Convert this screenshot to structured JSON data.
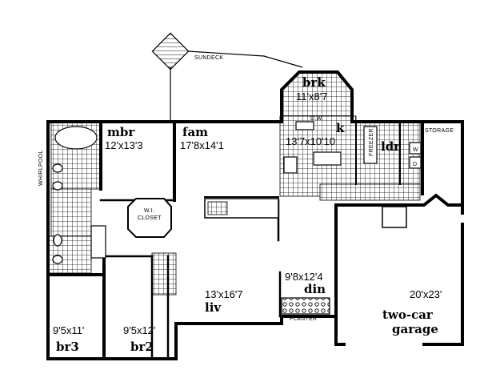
{
  "labels": {
    "sundeck": "SUNDECK",
    "whirlpool": "WHIRLPOOL",
    "storage": "STORAGE",
    "planter": "PLANTER",
    "wi_closet_1": "W.I.",
    "wi_closet_2": "CLOSET",
    "freezer": "FREEZER",
    "dw": "D.W.",
    "w": "W",
    "d": "D"
  },
  "rooms": {
    "mbr": {
      "name": "mbr",
      "dims": "12'x13'3"
    },
    "fam": {
      "name": "fam",
      "dims": "17'8x14'1"
    },
    "brk": {
      "name": "brk",
      "dims": "11'x8'7"
    },
    "k": {
      "name": "k",
      "dims": "13'7x10'10"
    },
    "ldr": {
      "name": "ldr"
    },
    "liv": {
      "name": "liv",
      "dims": "13'x16'7"
    },
    "din": {
      "name": "din",
      "dims": "9'8x12'4"
    },
    "br3": {
      "name": "br3",
      "dims": "9'5x11'"
    },
    "br2": {
      "name": "br2",
      "dims": "9'5x12'"
    },
    "garage": {
      "name_line1": "two-car",
      "name_line2": "garage",
      "dims": "20'x23'"
    }
  }
}
